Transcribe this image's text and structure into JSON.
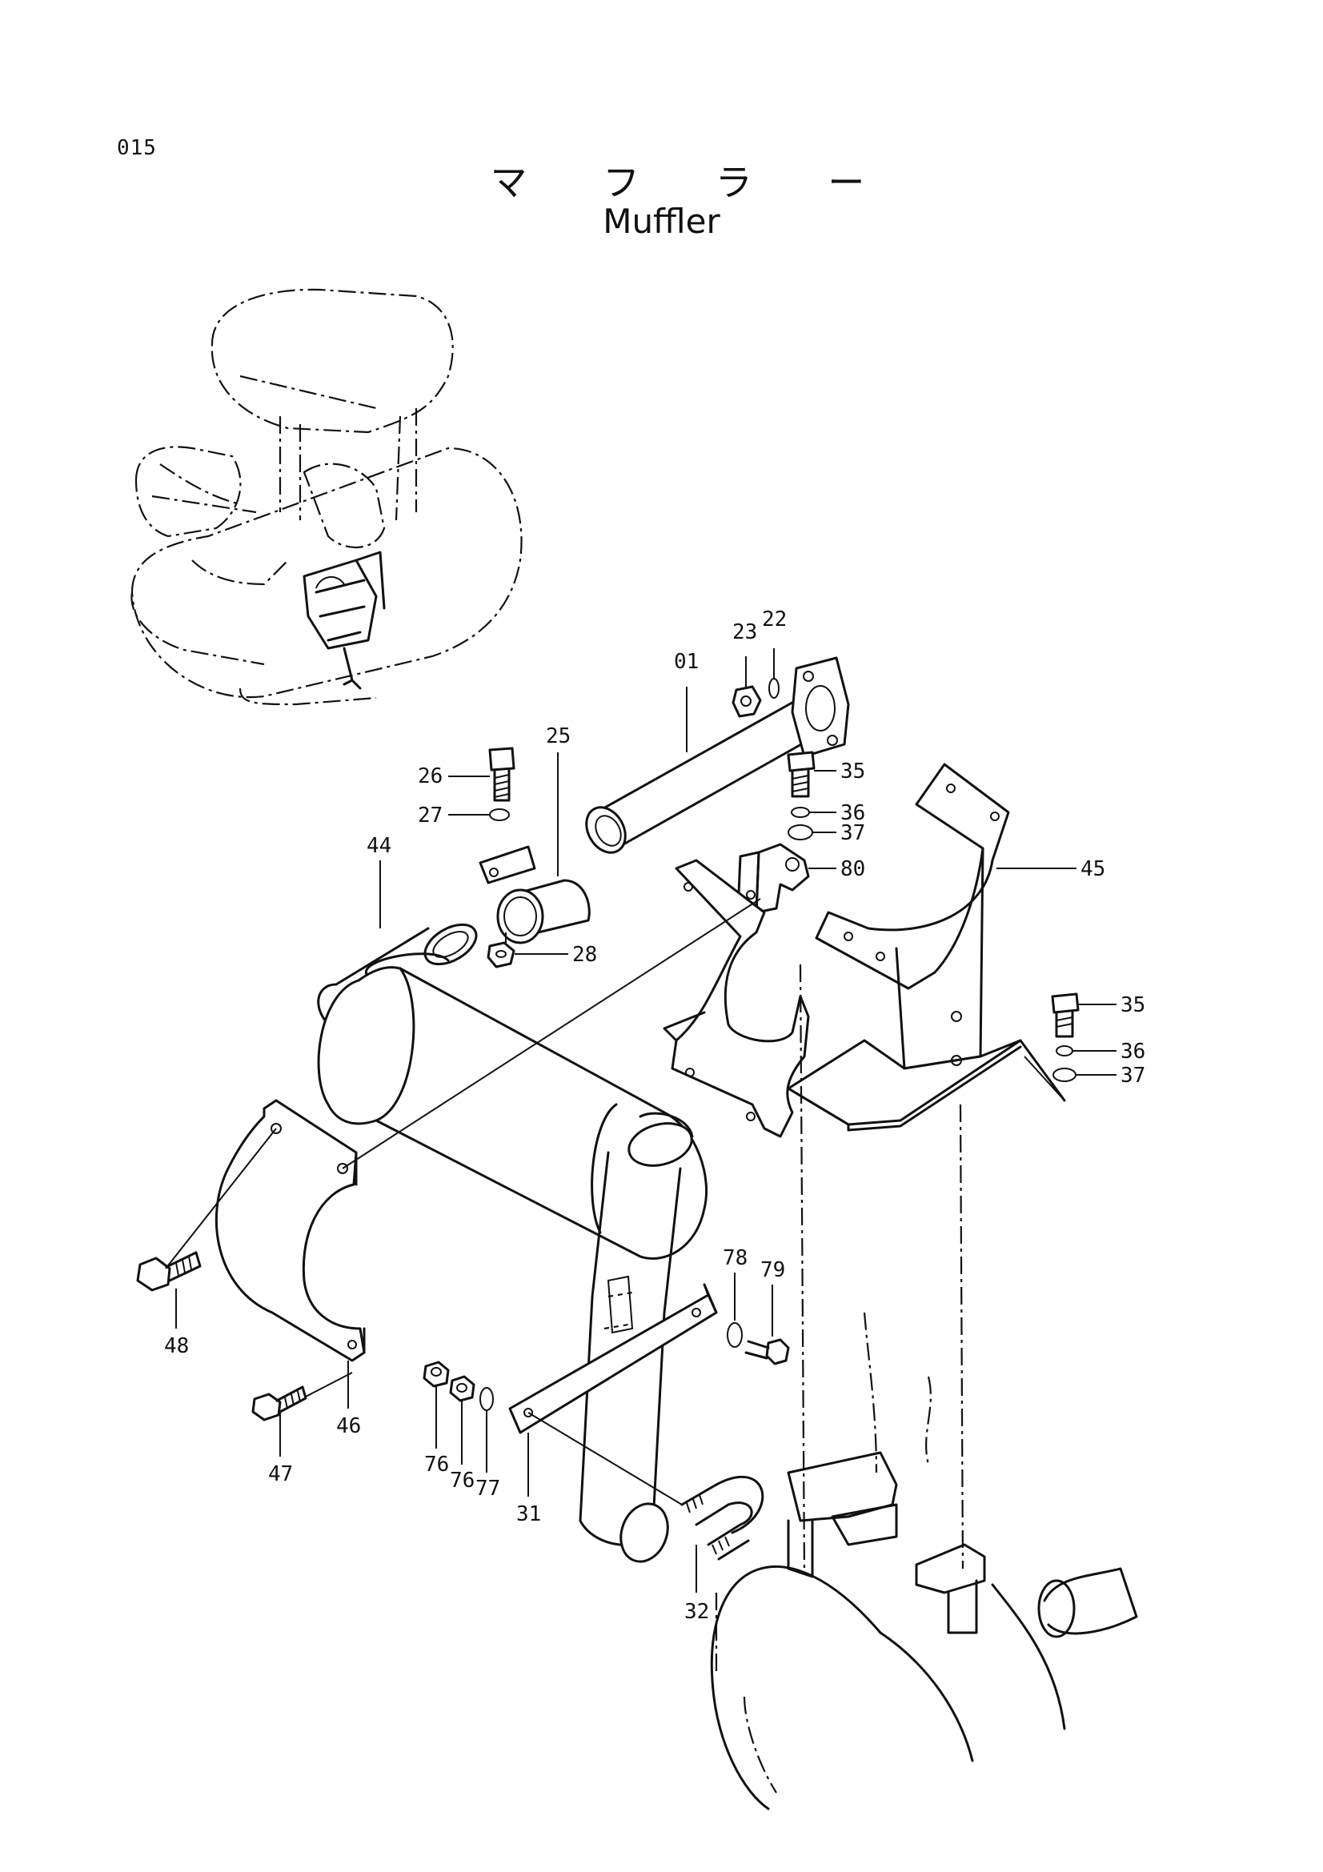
{
  "page_number": "015",
  "title_jp": "マ フ ラ ー",
  "title_en": "Muffler",
  "labels": {
    "p01": "01",
    "p22": "22",
    "p23": "23",
    "p25": "25",
    "p26": "26",
    "p27": "27",
    "p28": "28",
    "p35a": "35",
    "p36a": "36",
    "p37a": "37",
    "p80": "80",
    "p45": "45",
    "p44": "44",
    "p35b": "35",
    "p36b": "36",
    "p37b": "37",
    "p48": "48",
    "p46": "46",
    "p47": "47",
    "p78": "78",
    "p79": "79",
    "p76a": "76",
    "p76b": "76",
    "p77": "77",
    "p31": "31",
    "p32": "32"
  }
}
